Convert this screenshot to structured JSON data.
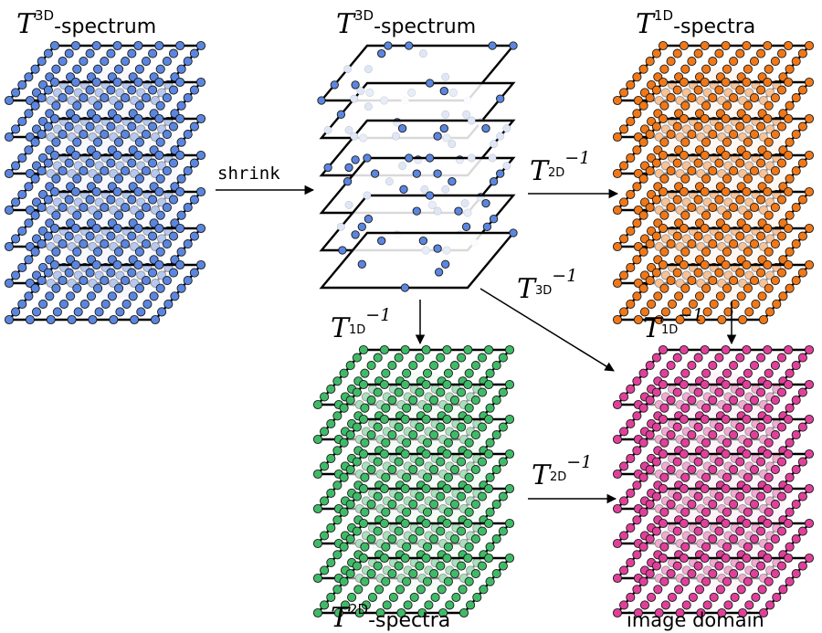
{
  "colors": {
    "blue": "#5b86e0",
    "orange": "#f07818",
    "green": "#3fbb68",
    "pink": "#e0409a",
    "line": "#000000"
  },
  "stacks": {
    "tl": {
      "title_math": "T",
      "title_sup": "3D",
      "title_text": "-spectrum",
      "color": "blue",
      "dots": "full"
    },
    "tm": {
      "title_math": "T",
      "title_sup": "3D",
      "title_text": "-spectrum",
      "color": "blue",
      "dots": "sparse"
    },
    "tr": {
      "title_math": "T",
      "title_sup": "1D",
      "title_text": "-spectra",
      "color": "orange",
      "dots": "full"
    },
    "bm": {
      "title_math": "T",
      "title_sup": "2D",
      "title_text": "-spectra",
      "color": "green",
      "dots": "full"
    },
    "br": {
      "title_text": "image domain",
      "color": "pink",
      "dots": "full"
    }
  },
  "arrows": {
    "shrink": {
      "label": "shrink"
    },
    "tm_tr": {
      "math": "T",
      "sup": "2D",
      "exp": "−1"
    },
    "tm_br": {
      "math": "T",
      "sup": "3D",
      "exp": "−1"
    },
    "tm_bm": {
      "math": "T",
      "sup": "1D",
      "exp": "−1"
    },
    "tr_br": {
      "math": "T",
      "sup": "1D",
      "exp": "−1"
    },
    "bm_br": {
      "math": "T",
      "sup": "2D",
      "exp": "−1"
    }
  }
}
